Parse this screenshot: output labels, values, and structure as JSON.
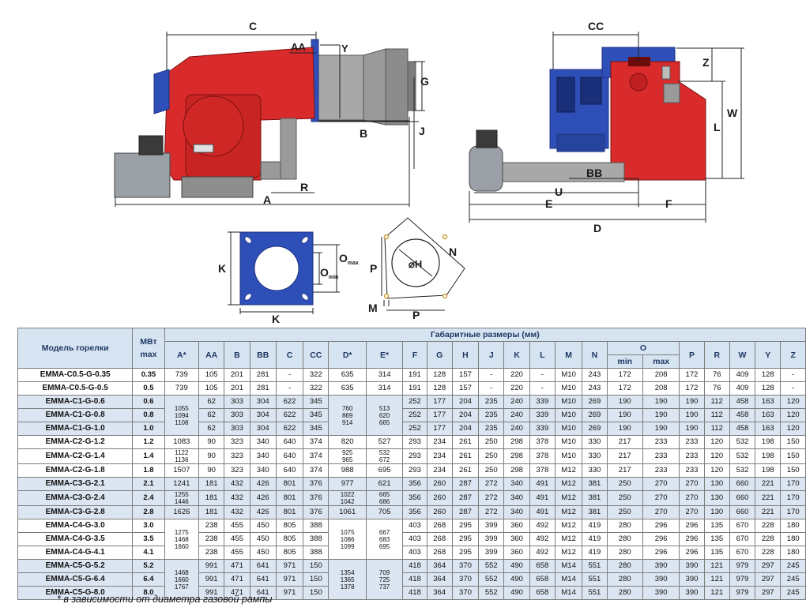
{
  "diagram_labels": {
    "C": "C",
    "AA": "AA",
    "Y": "Y",
    "G": "G",
    "B": "B",
    "J": "J",
    "R": "R",
    "A": "A",
    "CC": "CC",
    "Z": "Z",
    "W": "W",
    "L": "L",
    "BB": "BB",
    "U": "U",
    "E": "E",
    "F": "F",
    "D": "D",
    "K_side": "K",
    "K_bottom": "K",
    "O": "O",
    "O_max": "max",
    "O_min": "min",
    "N": "N",
    "P_side": "P",
    "P_bottom": "P",
    "M": "M",
    "H": "⌀H"
  },
  "table": {
    "model_header": "Модель горелки",
    "power_header_line1": "МВт",
    "power_header_line2": "max",
    "dims_header": "Габаритные размеры (мм)",
    "columns": [
      "A*",
      "AA",
      "B",
      "BB",
      "C",
      "CC",
      "D*",
      "E*",
      "F",
      "G",
      "H",
      "J",
      "K",
      "L",
      "M",
      "N",
      "O",
      "P",
      "R",
      "W",
      "Y",
      "Z"
    ],
    "o_min": "min",
    "o_max": "max"
  },
  "rows": [
    {
      "model": "EMMA-C0.5-G-0.35",
      "mw": "0.35",
      "a": "739",
      "aa": "105",
      "b": "201",
      "bb": "281",
      "c": "-",
      "cc": "322",
      "d": "635",
      "e": "314",
      "f": "191",
      "g": "128",
      "h": "157",
      "j": "-",
      "k": "220",
      "l": "-",
      "m": "M10",
      "n": "243",
      "omin": "172",
      "omax": "208",
      "p": "172",
      "r": "76",
      "w": "409",
      "y": "128",
      "z": "-"
    },
    {
      "model": "EMMA-C0.5-G-0.5",
      "mw": "0.5",
      "a": "739",
      "aa": "105",
      "b": "201",
      "bb": "281",
      "c": "-",
      "cc": "322",
      "d": "635",
      "e": "314",
      "f": "191",
      "g": "128",
      "h": "157",
      "j": "-",
      "k": "220",
      "l": "-",
      "m": "M10",
      "n": "243",
      "omin": "172",
      "omax": "208",
      "p": "172",
      "r": "76",
      "w": "409",
      "y": "128",
      "z": "-"
    },
    {
      "model": "EMMA-C1-G-0.6",
      "mw": "0.6",
      "aa": "62",
      "b": "303",
      "bb": "304",
      "c": "622",
      "cc": "345",
      "f": "252",
      "g": "177",
      "h": "204",
      "j": "235",
      "k": "240",
      "l": "339",
      "m": "M10",
      "n": "269",
      "omin": "190",
      "omax": "190",
      "p": "190",
      "r": "112",
      "w": "458",
      "y": "163",
      "z": "120"
    },
    {
      "model": "EMMA-C1-G-0.8",
      "mw": "0.8",
      "aa": "62",
      "b": "303",
      "bb": "304",
      "c": "622",
      "cc": "345",
      "f": "252",
      "g": "177",
      "h": "204",
      "j": "235",
      "k": "240",
      "l": "339",
      "m": "M10",
      "n": "269",
      "omin": "190",
      "omax": "190",
      "p": "190",
      "r": "112",
      "w": "458",
      "y": "163",
      "z": "120"
    },
    {
      "model": "EMMA-C1-G-1.0",
      "mw": "1.0",
      "aa": "62",
      "b": "303",
      "bb": "304",
      "c": "622",
      "cc": "345",
      "f": "252",
      "g": "177",
      "h": "204",
      "j": "235",
      "k": "240",
      "l": "339",
      "m": "M10",
      "n": "269",
      "omin": "190",
      "omax": "190",
      "p": "190",
      "r": "112",
      "w": "458",
      "y": "163",
      "z": "120"
    },
    {
      "model": "EMMA-C2-G-1.2",
      "mw": "1.2",
      "a": "1083",
      "aa": "90",
      "b": "323",
      "bb": "340",
      "c": "640",
      "cc": "374",
      "d": "820",
      "e": "527",
      "f": "293",
      "g": "234",
      "h": "261",
      "j": "250",
      "k": "298",
      "l": "378",
      "m": "M10",
      "n": "330",
      "omin": "217",
      "omax": "233",
      "p": "233",
      "r": "120",
      "w": "532",
      "y": "198",
      "z": "150"
    },
    {
      "model": "EMMA-C2-G-1.4",
      "mw": "1.4",
      "aa": "90",
      "b": "323",
      "bb": "340",
      "c": "640",
      "cc": "374",
      "f": "293",
      "g": "234",
      "h": "261",
      "j": "250",
      "k": "298",
      "l": "378",
      "m": "M10",
      "n": "330",
      "omin": "217",
      "omax": "233",
      "p": "233",
      "r": "120",
      "w": "532",
      "y": "198",
      "z": "150"
    },
    {
      "model": "EMMA-C2-G-1.8",
      "mw": "1.8",
      "a": "1507",
      "aa": "90",
      "b": "323",
      "bb": "340",
      "c": "640",
      "cc": "374",
      "d": "988",
      "e": "695",
      "f": "293",
      "g": "234",
      "h": "261",
      "j": "250",
      "k": "298",
      "l": "378",
      "m": "M12",
      "n": "330",
      "omin": "217",
      "omax": "233",
      "p": "233",
      "r": "120",
      "w": "532",
      "y": "198",
      "z": "150"
    },
    {
      "model": "EMMA-C3-G-2.1",
      "mw": "2.1",
      "a": "1241",
      "aa": "181",
      "b": "432",
      "bb": "426",
      "c": "801",
      "cc": "376",
      "d": "977",
      "e": "621",
      "f": "356",
      "g": "260",
      "h": "287",
      "j": "272",
      "k": "340",
      "l": "491",
      "m": "M12",
      "n": "381",
      "omin": "250",
      "omax": "270",
      "p": "270",
      "r": "130",
      "w": "660",
      "y": "221",
      "z": "170"
    },
    {
      "model": "EMMA-C3-G-2.4",
      "mw": "2.4",
      "aa": "181",
      "b": "432",
      "bb": "426",
      "c": "801",
      "cc": "376",
      "f": "356",
      "g": "260",
      "h": "287",
      "j": "272",
      "k": "340",
      "l": "491",
      "m": "M12",
      "n": "381",
      "omin": "250",
      "omax": "270",
      "p": "270",
      "r": "130",
      "w": "660",
      "y": "221",
      "z": "170"
    },
    {
      "model": "EMMA-C3-G-2.8",
      "mw": "2.8",
      "a": "1626",
      "aa": "181",
      "b": "432",
      "bb": "426",
      "c": "801",
      "cc": "376",
      "d": "1061",
      "e": "705",
      "f": "356",
      "g": "260",
      "h": "287",
      "j": "272",
      "k": "340",
      "l": "491",
      "m": "M12",
      "n": "381",
      "omin": "250",
      "omax": "270",
      "p": "270",
      "r": "130",
      "w": "660",
      "y": "221",
      "z": "170"
    },
    {
      "model": "EMMA-C4-G-3.0",
      "mw": "3.0",
      "aa": "238",
      "b": "455",
      "bb": "450",
      "c": "805",
      "cc": "388",
      "f": "403",
      "g": "268",
      "h": "295",
      "j": "399",
      "k": "360",
      "l": "492",
      "m": "M12",
      "n": "419",
      "omin": "280",
      "omax": "296",
      "p": "296",
      "r": "135",
      "w": "670",
      "y": "228",
      "z": "180"
    },
    {
      "model": "EMMA-C4-G-3.5",
      "mw": "3.5",
      "aa": "238",
      "b": "455",
      "bb": "450",
      "c": "805",
      "cc": "388",
      "f": "403",
      "g": "268",
      "h": "295",
      "j": "399",
      "k": "360",
      "l": "492",
      "m": "M12",
      "n": "419",
      "omin": "280",
      "omax": "296",
      "p": "296",
      "r": "135",
      "w": "670",
      "y": "228",
      "z": "180"
    },
    {
      "model": "EMMA-C4-G-4.1",
      "mw": "4.1",
      "aa": "238",
      "b": "455",
      "bb": "450",
      "c": "805",
      "cc": "388",
      "f": "403",
      "g": "268",
      "h": "295",
      "j": "399",
      "k": "360",
      "l": "492",
      "m": "M12",
      "n": "419",
      "omin": "280",
      "omax": "296",
      "p": "296",
      "r": "135",
      "w": "670",
      "y": "228",
      "z": "180"
    },
    {
      "model": "EMMA-C5-G-5.2",
      "mw": "5.2",
      "aa": "991",
      "b": "471",
      "bb": "641",
      "c": "971",
      "cc": "150",
      "f": "418",
      "g": "364",
      "h": "370",
      "j": "552",
      "k": "490",
      "l": "658",
      "m": "M14",
      "n": "551",
      "omin": "280",
      "omax": "390",
      "p": "390",
      "r": "121",
      "w": "979",
      "y": "297",
      "z": "245"
    },
    {
      "model": "EMMA-C5-G-6.4",
      "mw": "6.4",
      "aa": "991",
      "b": "471",
      "bb": "641",
      "c": "971",
      "cc": "150",
      "f": "418",
      "g": "364",
      "h": "370",
      "j": "552",
      "k": "490",
      "l": "658",
      "m": "M14",
      "n": "551",
      "omin": "280",
      "omax": "390",
      "p": "390",
      "r": "121",
      "w": "979",
      "y": "297",
      "z": "245"
    },
    {
      "model": "EMMA-C5-G-8.0",
      "mw": "8.0",
      "aa": "991",
      "b": "471",
      "bb": "641",
      "c": "971",
      "cc": "150",
      "f": "418",
      "g": "364",
      "h": "370",
      "j": "552",
      "k": "490",
      "l": "658",
      "m": "M14",
      "n": "551",
      "omin": "280",
      "omax": "390",
      "p": "390",
      "r": "121",
      "w": "979",
      "y": "297",
      "z": "245"
    }
  ],
  "groups": {
    "c1": {
      "a": "1055\n1094\n1108",
      "d": "760\n869\n914",
      "e": "513\n620\n665"
    },
    "c2": {
      "a": "1122\n1136",
      "d": "925\n965",
      "e": "532\n672"
    },
    "c3": {
      "a": "1255\n1446",
      "d": "1022\n1042",
      "e": "665\n686"
    },
    "c4": {
      "a": "1275\n1468\n1660",
      "d": "1075\n1086\n1099",
      "e": "667\n683\n695"
    },
    "c5": {
      "a": "1468\n1660\n1767",
      "d": "1354\n1365\n1378",
      "e": "709\n725\n737"
    }
  },
  "footnote": "* в зависимости от диаметра газовой рампы",
  "colors": {
    "burner_red": "#d92b2b",
    "flange_blue": "#2f4fb8",
    "pipe_gray": "#9a9a9a",
    "header_fill": "#d6e3f1",
    "row_shade": "#dce6f2"
  }
}
